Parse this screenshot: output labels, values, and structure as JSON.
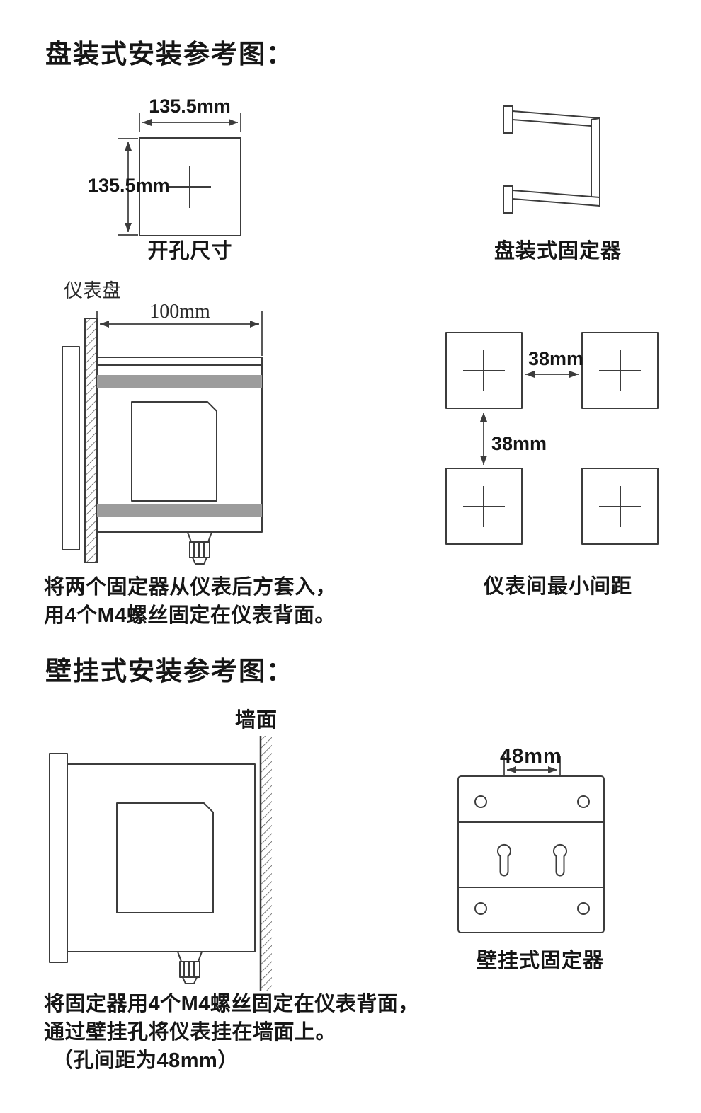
{
  "panel_section": {
    "title": "盘装式安装参考图：",
    "cutout": {
      "width_label": "135.5mm",
      "height_label": "135.5mm",
      "caption": "开孔尺寸"
    },
    "fixer": {
      "caption": "盘装式固定器"
    },
    "side_view": {
      "panel_label": "仪表盘",
      "depth_label": "100mm"
    },
    "spacing": {
      "h_label": "38mm",
      "v_label": "38mm",
      "caption": "仪表间最小间距"
    },
    "note_line1": "将两个固定器从仪表后方套入，",
    "note_line2": "用4个M4螺丝固定在仪表背面。"
  },
  "wall_section": {
    "title": "壁挂式安装参考图：",
    "side_view": {
      "wall_label": "墙面"
    },
    "fixer": {
      "spacing_label": "48mm",
      "caption": "壁挂式固定器"
    },
    "note_line1": "将固定器用4个M4螺丝固定在仪表背面，",
    "note_line2": "通过壁挂孔将仪表挂在墙面上。",
    "note_line3": "（孔间距为48mm）"
  }
}
